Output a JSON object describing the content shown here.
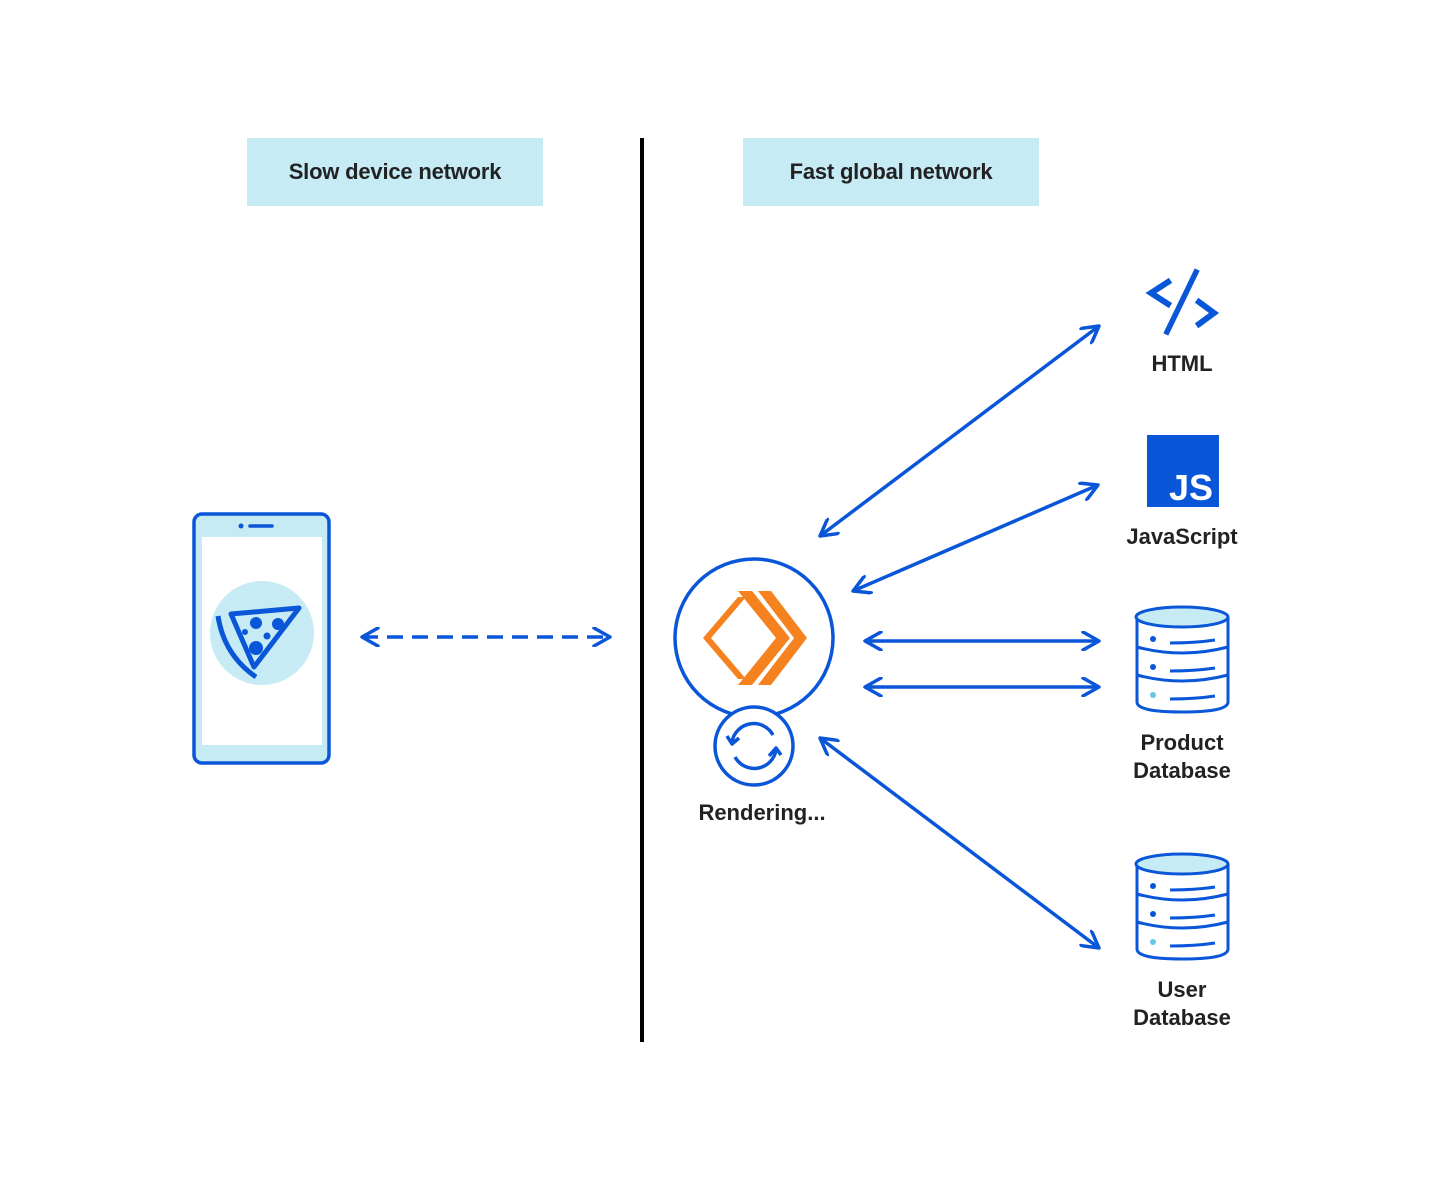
{
  "sections": {
    "left_title": "Slow device network",
    "right_title": "Fast global network"
  },
  "nodes": {
    "device": {
      "icon": "smartphone-pizza-icon"
    },
    "renderer": {
      "icon": "orange-chevron-logo-icon",
      "status_icon": "refresh-icon",
      "label": "Rendering..."
    },
    "html": {
      "icon": "code-icon",
      "label": "HTML"
    },
    "javascript": {
      "icon": "js-icon",
      "icon_text": "JS",
      "label": "JavaScript"
    },
    "product_db": {
      "icon": "database-icon",
      "label_line1": "Product",
      "label_line2": "Database"
    },
    "user_db": {
      "icon": "database-icon",
      "label_line1": "User",
      "label_line2": "Database"
    }
  },
  "connections": [
    {
      "from": "device",
      "to": "renderer",
      "style": "dashed",
      "direction": "bidirectional"
    },
    {
      "from": "renderer",
      "to": "html",
      "style": "solid",
      "direction": "bidirectional"
    },
    {
      "from": "renderer",
      "to": "javascript",
      "style": "solid",
      "direction": "bidirectional"
    },
    {
      "from": "renderer",
      "to": "product_db",
      "style": "solid",
      "direction": "bidirectional",
      "count": 2
    },
    {
      "from": "renderer",
      "to": "user_db",
      "style": "solid",
      "direction": "bidirectional"
    }
  ],
  "colors": {
    "primary_blue": "#0a56d9",
    "light_blue": "#c6ebf4",
    "orange": "#f6821f",
    "text": "#222222",
    "divider": "#000000"
  }
}
